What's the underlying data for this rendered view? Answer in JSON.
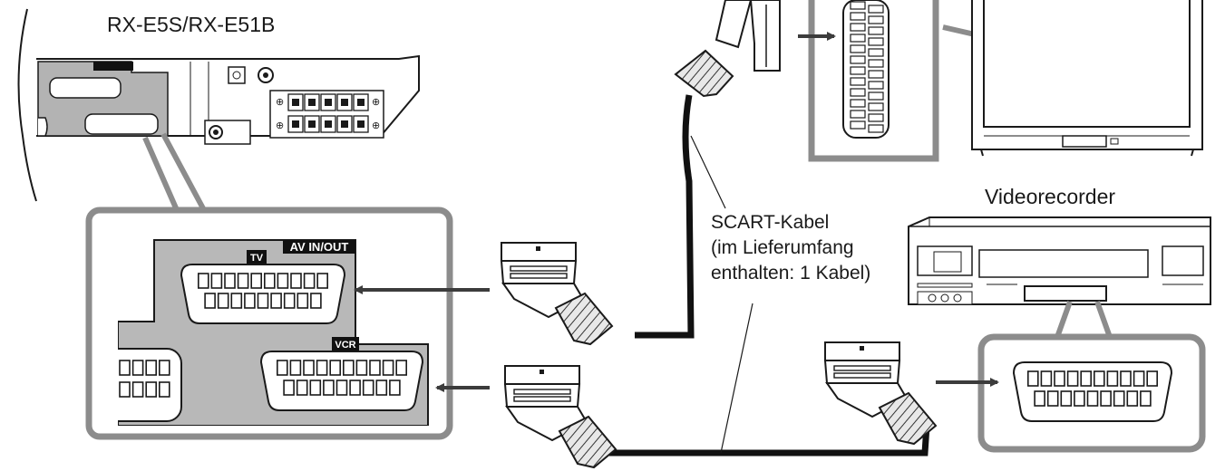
{
  "labels": {
    "model": "RX-E5S/RX-E51B",
    "videorecorder": "Videorecorder",
    "cable_line1": "SCART-Kabel",
    "cable_line2": "(im Lieferumfang",
    "cable_line3": "enthalten: 1 Kabel)",
    "panel_title": "AV IN/OUT",
    "tv_tag": "TV",
    "vcr_tag": "VCR"
  },
  "colors": {
    "frame": "#8c8c8c",
    "panel": "#b8b8b8",
    "outline": "#1a1a1a",
    "arrow": "#3c3c3c",
    "cable": "#111111"
  },
  "icons": {
    "unit": "receiver-rear-panel",
    "tv": "television-set",
    "vcr": "video-recorder",
    "plug": "scart-plug",
    "jack": "scart-jack"
  }
}
